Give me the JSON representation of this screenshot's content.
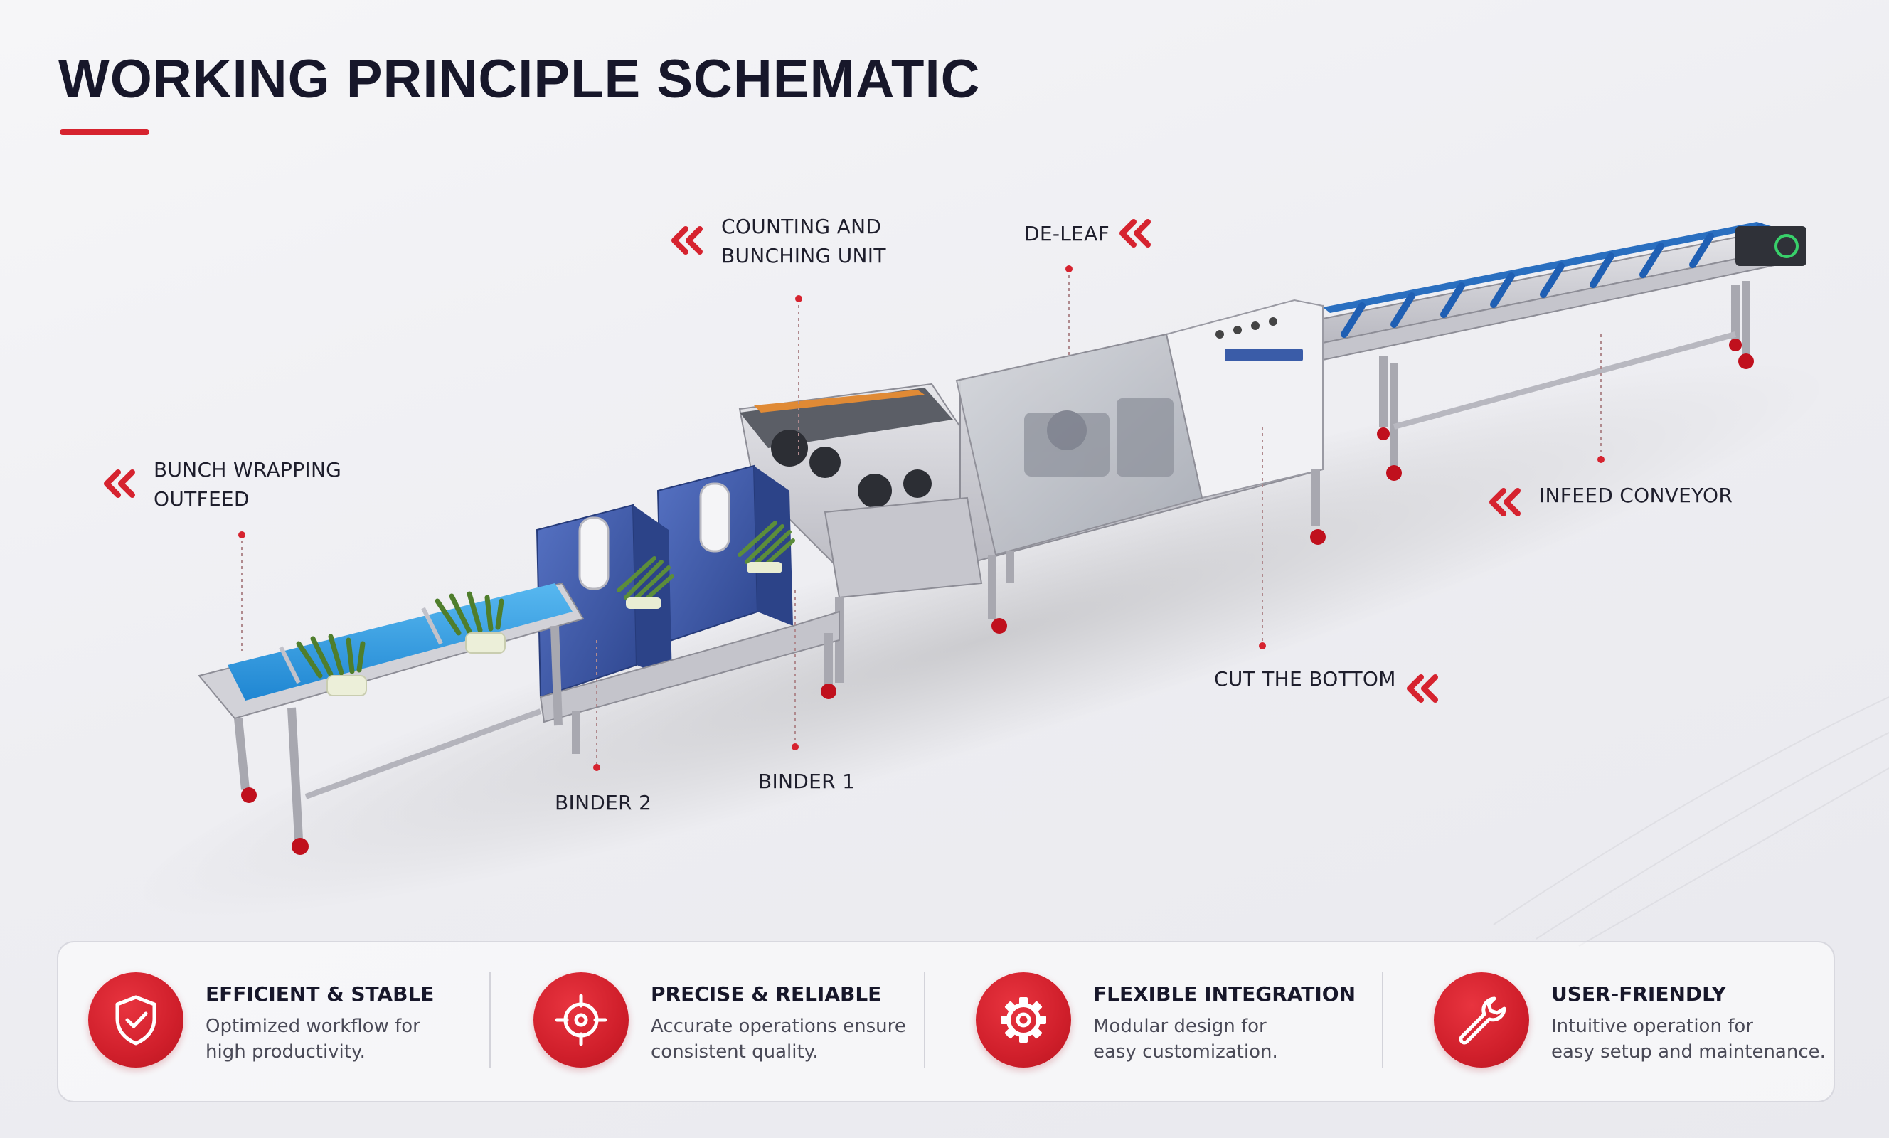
{
  "title": "WORKING PRINCIPLE SCHEMATIC",
  "colors": {
    "accent": "#d6232f",
    "conveyor_belt": "#2f9be0",
    "binder_housing": "#3b55a8",
    "frame": "#c9c9cf"
  },
  "callouts": {
    "counting": [
      "COUNTING AND",
      "BUNCHING UNIT"
    ],
    "deleaf": [
      "DE-LEAF"
    ],
    "outfeed": [
      "BUNCH WRAPPING",
      "OUTFEED"
    ],
    "infeed": [
      "INFEED CONVEYOR"
    ],
    "cut": [
      "CUT THE BOTTOM"
    ],
    "binder1": [
      "BINDER 1"
    ],
    "binder2": [
      "BINDER 2"
    ]
  },
  "features": [
    {
      "icon": "shield-check-icon",
      "title": "EFFICIENT & STABLE",
      "desc": [
        "Optimized workflow for",
        "high productivity."
      ]
    },
    {
      "icon": "target-icon",
      "title": "PRECISE & RELIABLE",
      "desc": [
        "Accurate operations ensure",
        "consistent quality."
      ]
    },
    {
      "icon": "gear-icon",
      "title": "FLEXIBLE INTEGRATION",
      "desc": [
        "Modular design for",
        "easy customization."
      ]
    },
    {
      "icon": "wrench-icon",
      "title": "USER-FRIENDLY",
      "desc": [
        "Intuitive operation for",
        "easy setup and maintenance."
      ]
    }
  ]
}
